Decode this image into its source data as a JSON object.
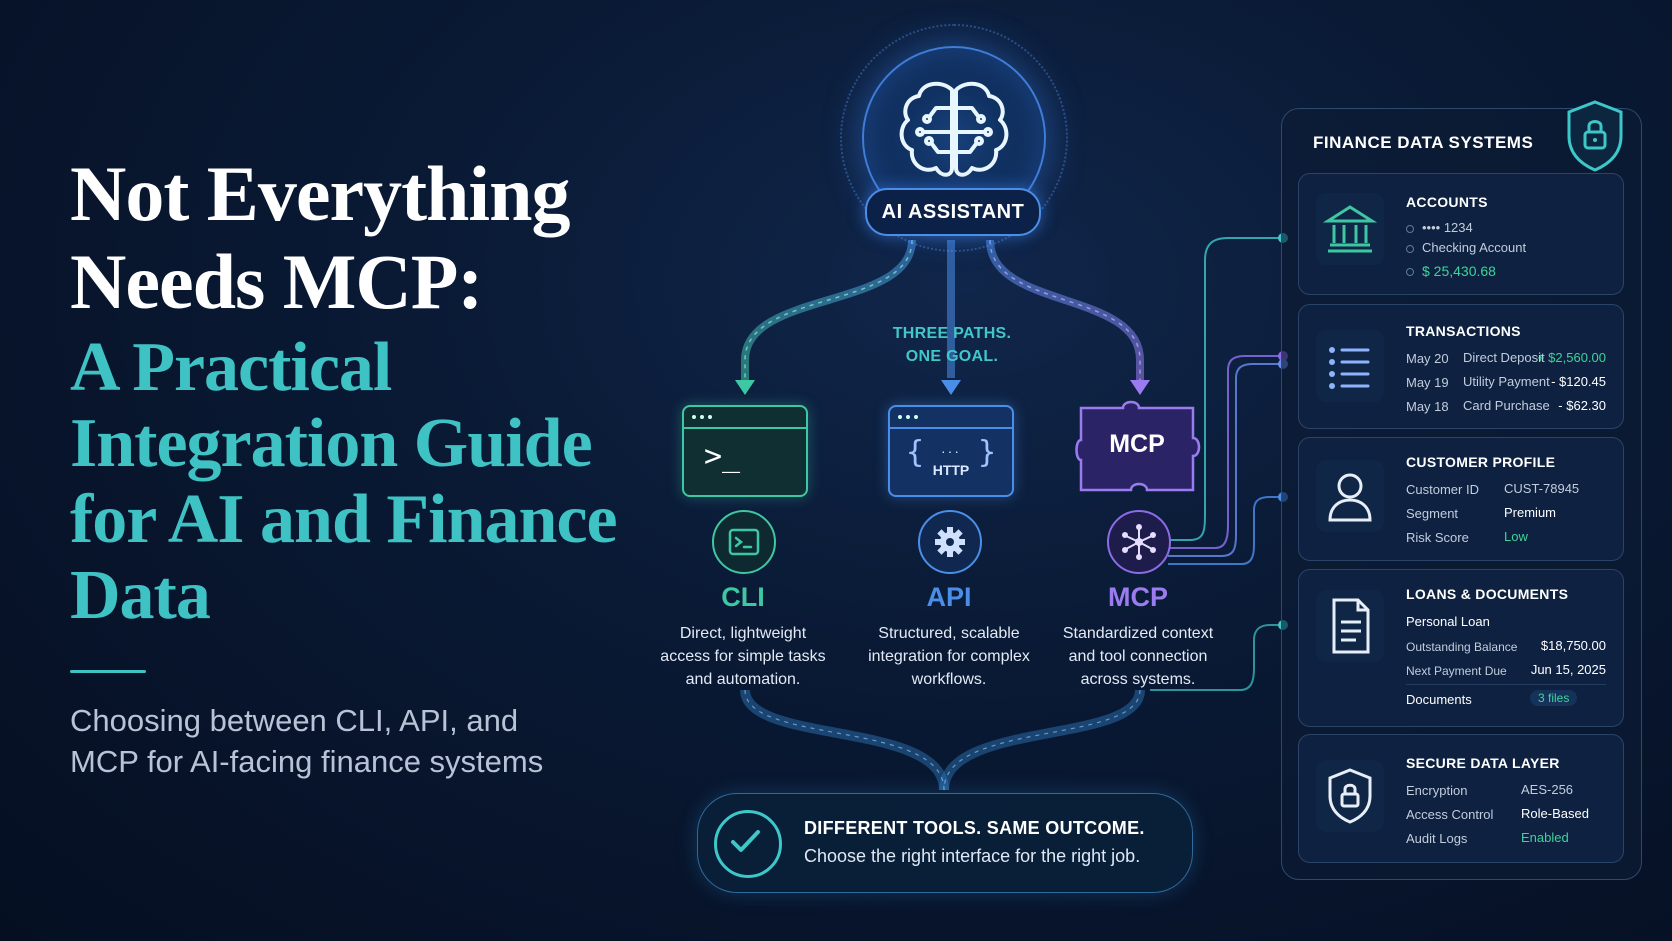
{
  "headline": {
    "line1": "Not Everything",
    "line2": "Needs MCP:",
    "teal": "A Practical Integration Guide for AI and Finance Data",
    "subtitle": "Choosing between CLI, API, and MCP for AI-facing finance systems"
  },
  "assistant": {
    "label": "AI ASSISTANT"
  },
  "center_note": {
    "line1": "THREE PATHS.",
    "line2": "ONE GOAL."
  },
  "paths": [
    {
      "name": "CLI",
      "desc": "Direct, lightweight access for simple tasks and automation.",
      "window": ">_",
      "color": "#3ec7a3"
    },
    {
      "name": "API",
      "desc": "Structured, scalable integration for complex workflows.",
      "window_text": "HTTP",
      "color": "#4a8ee8"
    },
    {
      "name": "MCP",
      "desc": "Standardized context and tool connection across systems.",
      "window_text": "MCP",
      "color": "#9b7cf0"
    }
  ],
  "outcome": {
    "title": "DIFFERENT TOOLS. SAME OUTCOME.",
    "subtitle": "Choose the right interface for the right job."
  },
  "panel": {
    "title": "FINANCE DATA SYSTEMS",
    "accounts": {
      "title": "ACCOUNTS",
      "number": "•••• 1234",
      "type": "Checking Account",
      "balance": "$ 25,430.68"
    },
    "transactions": {
      "title": "TRANSACTIONS",
      "rows": [
        {
          "date": "May 20",
          "desc": "Direct Deposit",
          "amount": "+ $2,560.00"
        },
        {
          "date": "May 19",
          "desc": "Utility Payment",
          "amount": "- $120.45"
        },
        {
          "date": "May 18",
          "desc": "Card Purchase",
          "amount": "- $62.30"
        }
      ]
    },
    "customer": {
      "title": "CUSTOMER PROFILE",
      "rows": [
        {
          "label": "Customer ID",
          "value": "CUST-78945"
        },
        {
          "label": "Segment",
          "value": "Premium"
        },
        {
          "label": "Risk Score",
          "value": "Low"
        }
      ]
    },
    "loans": {
      "title": "LOANS & DOCUMENTS",
      "loan_name": "Personal Loan",
      "rows": [
        {
          "label": "Outstanding Balance",
          "value": "$18,750.00"
        },
        {
          "label": "Next Payment Due",
          "value": "Jun 15, 2025"
        }
      ],
      "docs_label": "Documents",
      "docs_value": "3 files"
    },
    "secure": {
      "title": "SECURE DATA LAYER",
      "rows": [
        {
          "label": "Encryption",
          "value": "AES-256"
        },
        {
          "label": "Access Control",
          "value": "Role-Based"
        },
        {
          "label": "Audit Logs",
          "value": "Enabled"
        }
      ]
    }
  }
}
